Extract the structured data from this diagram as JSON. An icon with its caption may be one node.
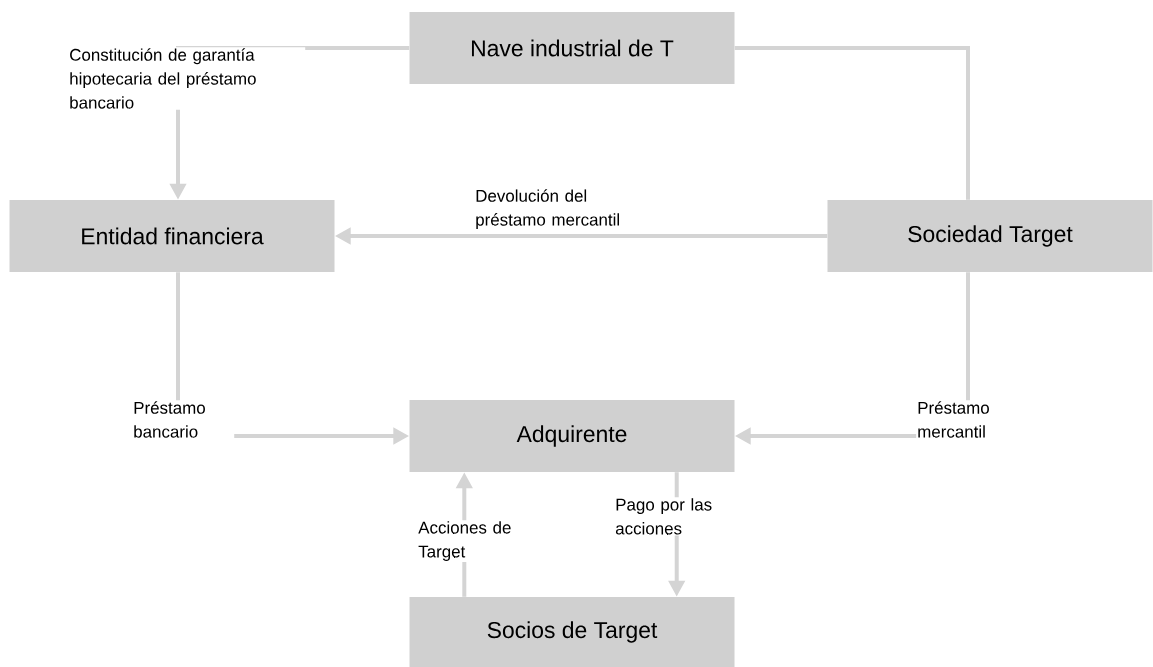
{
  "diagram": {
    "nodes": [
      {
        "text": [
          "Nave industrial de T"
        ]
      },
      {
        "text": [
          "Entidad financiera"
        ]
      },
      {
        "text": [
          "Sociedad Target"
        ]
      },
      {
        "text": [
          "Adquirente"
        ]
      },
      {
        "text": [
          "Socios de Target"
        ]
      }
    ],
    "edges": [
      {
        "from": 0,
        "to": 1,
        "arrow": "to",
        "label": "Constitución de garantía hipotecaria del préstamo bancario"
      },
      {
        "from": 0,
        "to": 2,
        "arrow": "none"
      },
      {
        "from": 2,
        "to": 1,
        "arrow": "to",
        "label": "Devolución del préstamo mercantil"
      },
      {
        "from": 1,
        "to": 3,
        "arrow": "to",
        "label": "Préstamo bancario"
      },
      {
        "from": 2,
        "to": 3,
        "arrow": "to",
        "label": "Préstamo mercantil"
      },
      {
        "from": 4,
        "to": 3,
        "arrow": "to",
        "label": "Acciones de Target"
      },
      {
        "from": 3,
        "to": 4,
        "arrow": "to",
        "label": "Pago por las acciones"
      }
    ]
  }
}
